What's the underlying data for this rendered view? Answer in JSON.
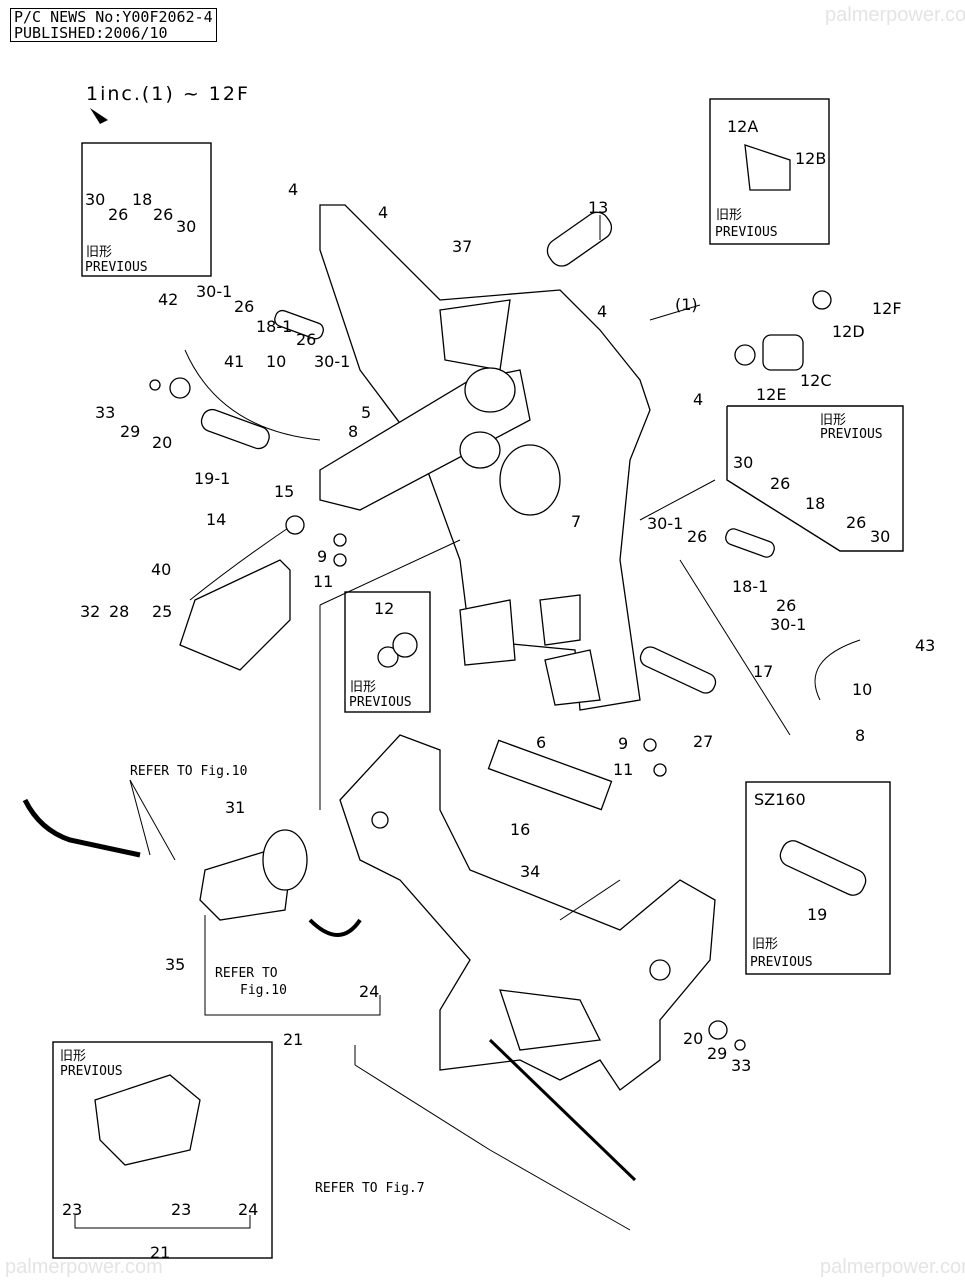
{
  "header": {
    "line1": "P/C NEWS No:Y00F2062-4",
    "line2": "PUBLISHED:2006/10"
  },
  "watermark": "palmerpower.com",
  "scope_note": "1inc.(1) ~ 12F",
  "boxes": {
    "prev_top_left": {
      "kanji": "旧形",
      "label": "PREVIOUS",
      "parts": [
        "30",
        "26",
        "18",
        "26",
        "30"
      ]
    },
    "prev_12a": {
      "kanji": "旧形",
      "label": "PREVIOUS",
      "parts": [
        "12A",
        "12B"
      ]
    },
    "prev_right": {
      "kanji": "旧形",
      "label": "PREVIOUS",
      "parts": [
        "30",
        "26",
        "18",
        "26",
        "30"
      ]
    },
    "prev_12": {
      "kanji": "旧形",
      "label": "PREVIOUS",
      "parts": [
        "12"
      ]
    },
    "sz160": {
      "title": "SZ160",
      "kanji": "旧形",
      "label": "PREVIOUS",
      "parts": [
        "19"
      ]
    },
    "prev_bottom": {
      "kanji": "旧形",
      "label": "PREVIOUS",
      "parts": [
        "23",
        "23",
        "24",
        "21"
      ]
    }
  },
  "references": {
    "fig10_a": "REFER TO Fig.10",
    "fig10_b1": "REFER TO",
    "fig10_b2": "Fig.10",
    "fig7": "REFER TO Fig.7"
  },
  "callouts": [
    "4",
    "4",
    "13",
    "37",
    "(1)",
    "4",
    "4",
    "30-1",
    "26",
    "18-1",
    "26",
    "30-1",
    "42",
    "41",
    "33",
    "29",
    "20",
    "10",
    "5",
    "8",
    "19-1",
    "15",
    "14",
    "40",
    "9",
    "11",
    "32",
    "28",
    "25",
    "7",
    "12F",
    "12D",
    "12C",
    "12E",
    "30-1",
    "26",
    "18-1",
    "26",
    "30-1",
    "43",
    "17",
    "10",
    "6",
    "9",
    "27",
    "11",
    "8",
    "31",
    "16",
    "34",
    "35",
    "24",
    "21",
    "20",
    "29",
    "33"
  ]
}
